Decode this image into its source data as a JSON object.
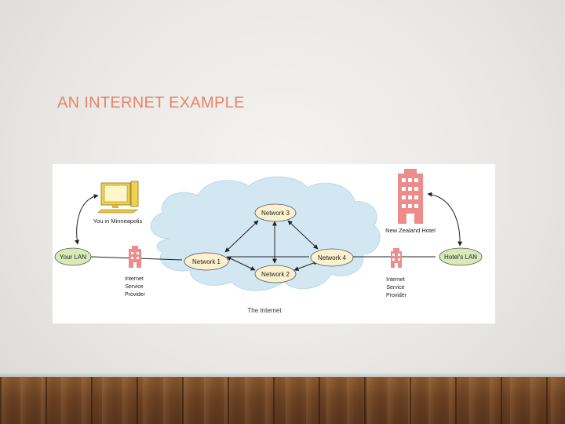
{
  "slide": {
    "title": "AN INTERNET EXAMPLE"
  },
  "diagram": {
    "cloud_label": "The Internet",
    "networks": [
      "Network 3",
      "Network 1",
      "Network 2",
      "Network 4"
    ],
    "left": {
      "computer_label": "You in Minneapolis",
      "lan_label": "Your LAN",
      "isp_label_lines": [
        "Internet",
        "Service",
        "Provider"
      ]
    },
    "right": {
      "hotel_label": "New Zealand Hotel",
      "lan_label": "Hotel's LAN",
      "isp_label_lines": [
        "Internet",
        "Service",
        "Provider"
      ]
    },
    "colors": {
      "cloud": "#d3e7f3",
      "network_node": "#fbf1cf",
      "lan_node": "#d9eab9",
      "building": "#ee8c8c",
      "computer": "#f1d24a"
    }
  }
}
